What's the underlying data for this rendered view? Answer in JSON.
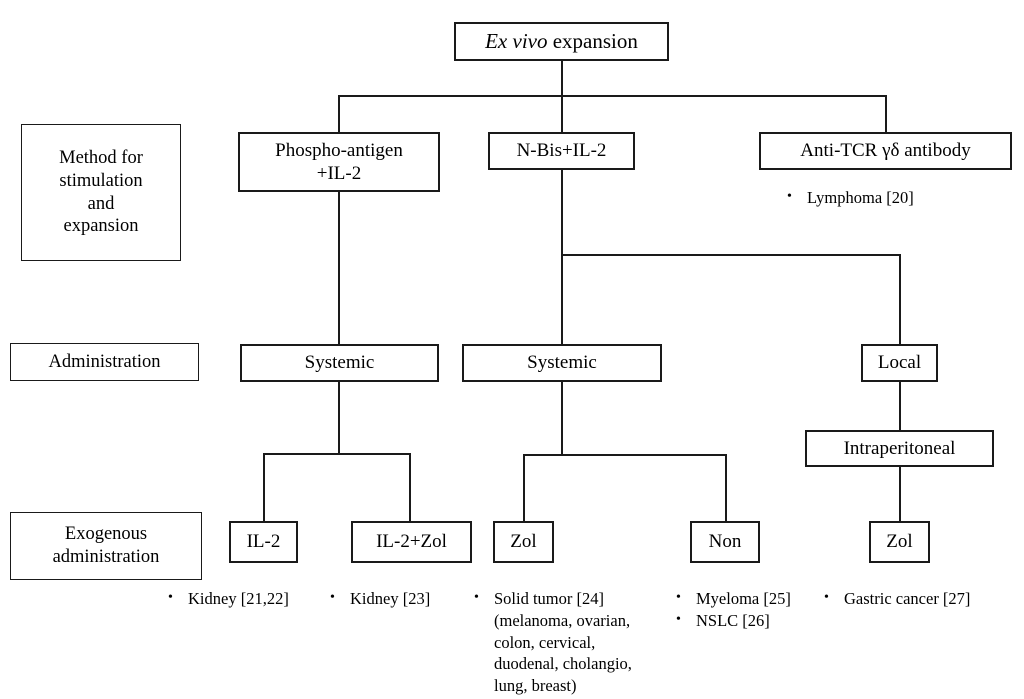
{
  "diagram": {
    "title_node": {
      "prefix_italic": "Ex vivo",
      "suffix": " expansion",
      "full": "Ex vivo expansion"
    },
    "row_labels": [
      {
        "id": "method",
        "text": "Method for\nstimulation\nand\nexpansion"
      },
      {
        "id": "administration",
        "text": "Administration"
      },
      {
        "id": "exogenous",
        "text": "Exogenous\nadministration"
      }
    ],
    "stimulation_nodes": [
      {
        "id": "phospho",
        "text": "Phospho-antigen\n+IL-2"
      },
      {
        "id": "nbis",
        "text": "N-Bis+IL-2"
      },
      {
        "id": "antitcr",
        "text": "Anti-TCR γδ antibody"
      }
    ],
    "administration_nodes": [
      {
        "id": "systemic-left",
        "text": "Systemic"
      },
      {
        "id": "systemic-mid",
        "text": "Systemic"
      },
      {
        "id": "local",
        "text": "Local"
      },
      {
        "id": "intraperitoneal",
        "text": "Intraperitoneal"
      }
    ],
    "exogenous_nodes": [
      {
        "id": "il2",
        "text": "IL-2"
      },
      {
        "id": "il2zol",
        "text": "IL-2+Zol"
      },
      {
        "id": "zol-systemic",
        "text": "Zol"
      },
      {
        "id": "non",
        "text": "Non"
      },
      {
        "id": "zol-local",
        "text": "Zol"
      }
    ],
    "references": {
      "lymphoma": [
        {
          "text": "Lymphoma [20]"
        }
      ],
      "il2": [
        {
          "text": "Kidney [21,22]"
        }
      ],
      "il2zol": [
        {
          "text": "Kidney [23]"
        }
      ],
      "zol_systemic": [
        {
          "text": "Solid tumor [24]\n(melanoma, ovarian,\ncolon, cervical,\nduodenal, cholangio,\nlung, breast)"
        }
      ],
      "non": [
        {
          "text": "Myeloma [25]"
        },
        {
          "text": "NSLC [26]"
        }
      ],
      "zol_local": [
        {
          "text": "Gastric cancer [27]"
        }
      ]
    },
    "bullet_glyph": "•",
    "colors": {
      "line": "#1a1a1a",
      "box_border": "#1a1a1a",
      "background": "#ffffff",
      "text": "#000000"
    }
  }
}
